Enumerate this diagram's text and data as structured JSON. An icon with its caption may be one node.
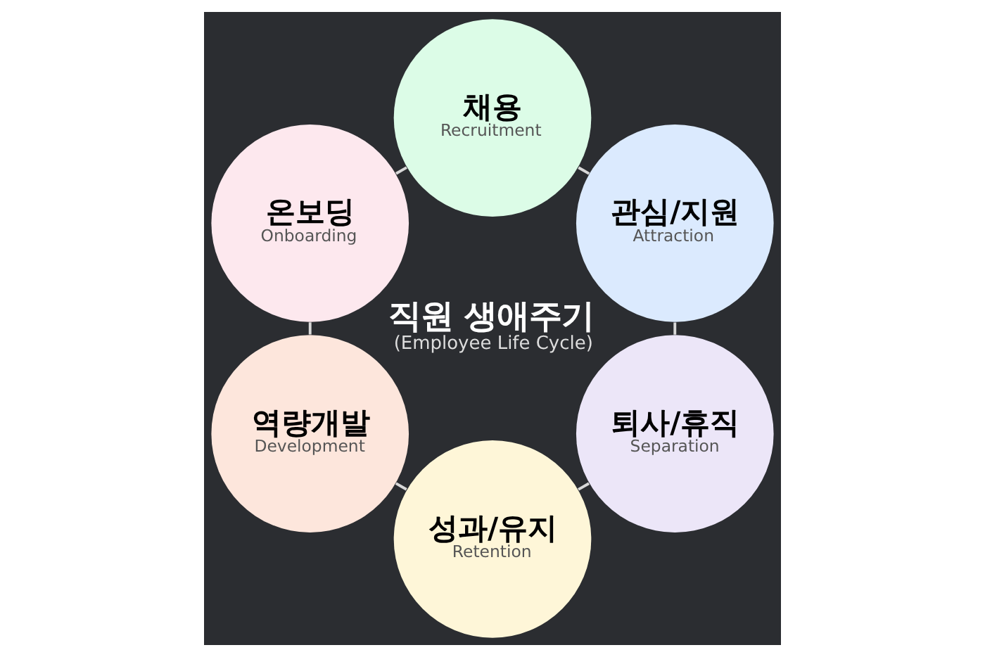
{
  "diagram": {
    "nodes": [
      {
        "text": [
          "관심/지원",
          "Attraction"
        ]
      },
      {
        "text": [
          "채용",
          "Recruitment"
        ]
      },
      {
        "text": [
          "온보딩",
          "Onboarding"
        ]
      },
      {
        "text": [
          "역량개발",
          "Development"
        ]
      },
      {
        "text": [
          "성과/유지",
          "Retention"
        ]
      },
      {
        "text": [
          "퇴사/휴직",
          "Separation"
        ]
      }
    ],
    "edges": [
      {
        "from": 0,
        "to": 1,
        "arrow": "none"
      },
      {
        "from": 1,
        "to": 2,
        "arrow": "none"
      },
      {
        "from": 2,
        "to": 3,
        "arrow": "none"
      },
      {
        "from": 3,
        "to": 4,
        "arrow": "none"
      },
      {
        "from": 4,
        "to": 5,
        "arrow": "none"
      },
      {
        "from": 5,
        "to": 0,
        "arrow": "none"
      }
    ],
    "labels": [
      "직원 생애주기",
      "(Employee Life Cycle)"
    ]
  }
}
